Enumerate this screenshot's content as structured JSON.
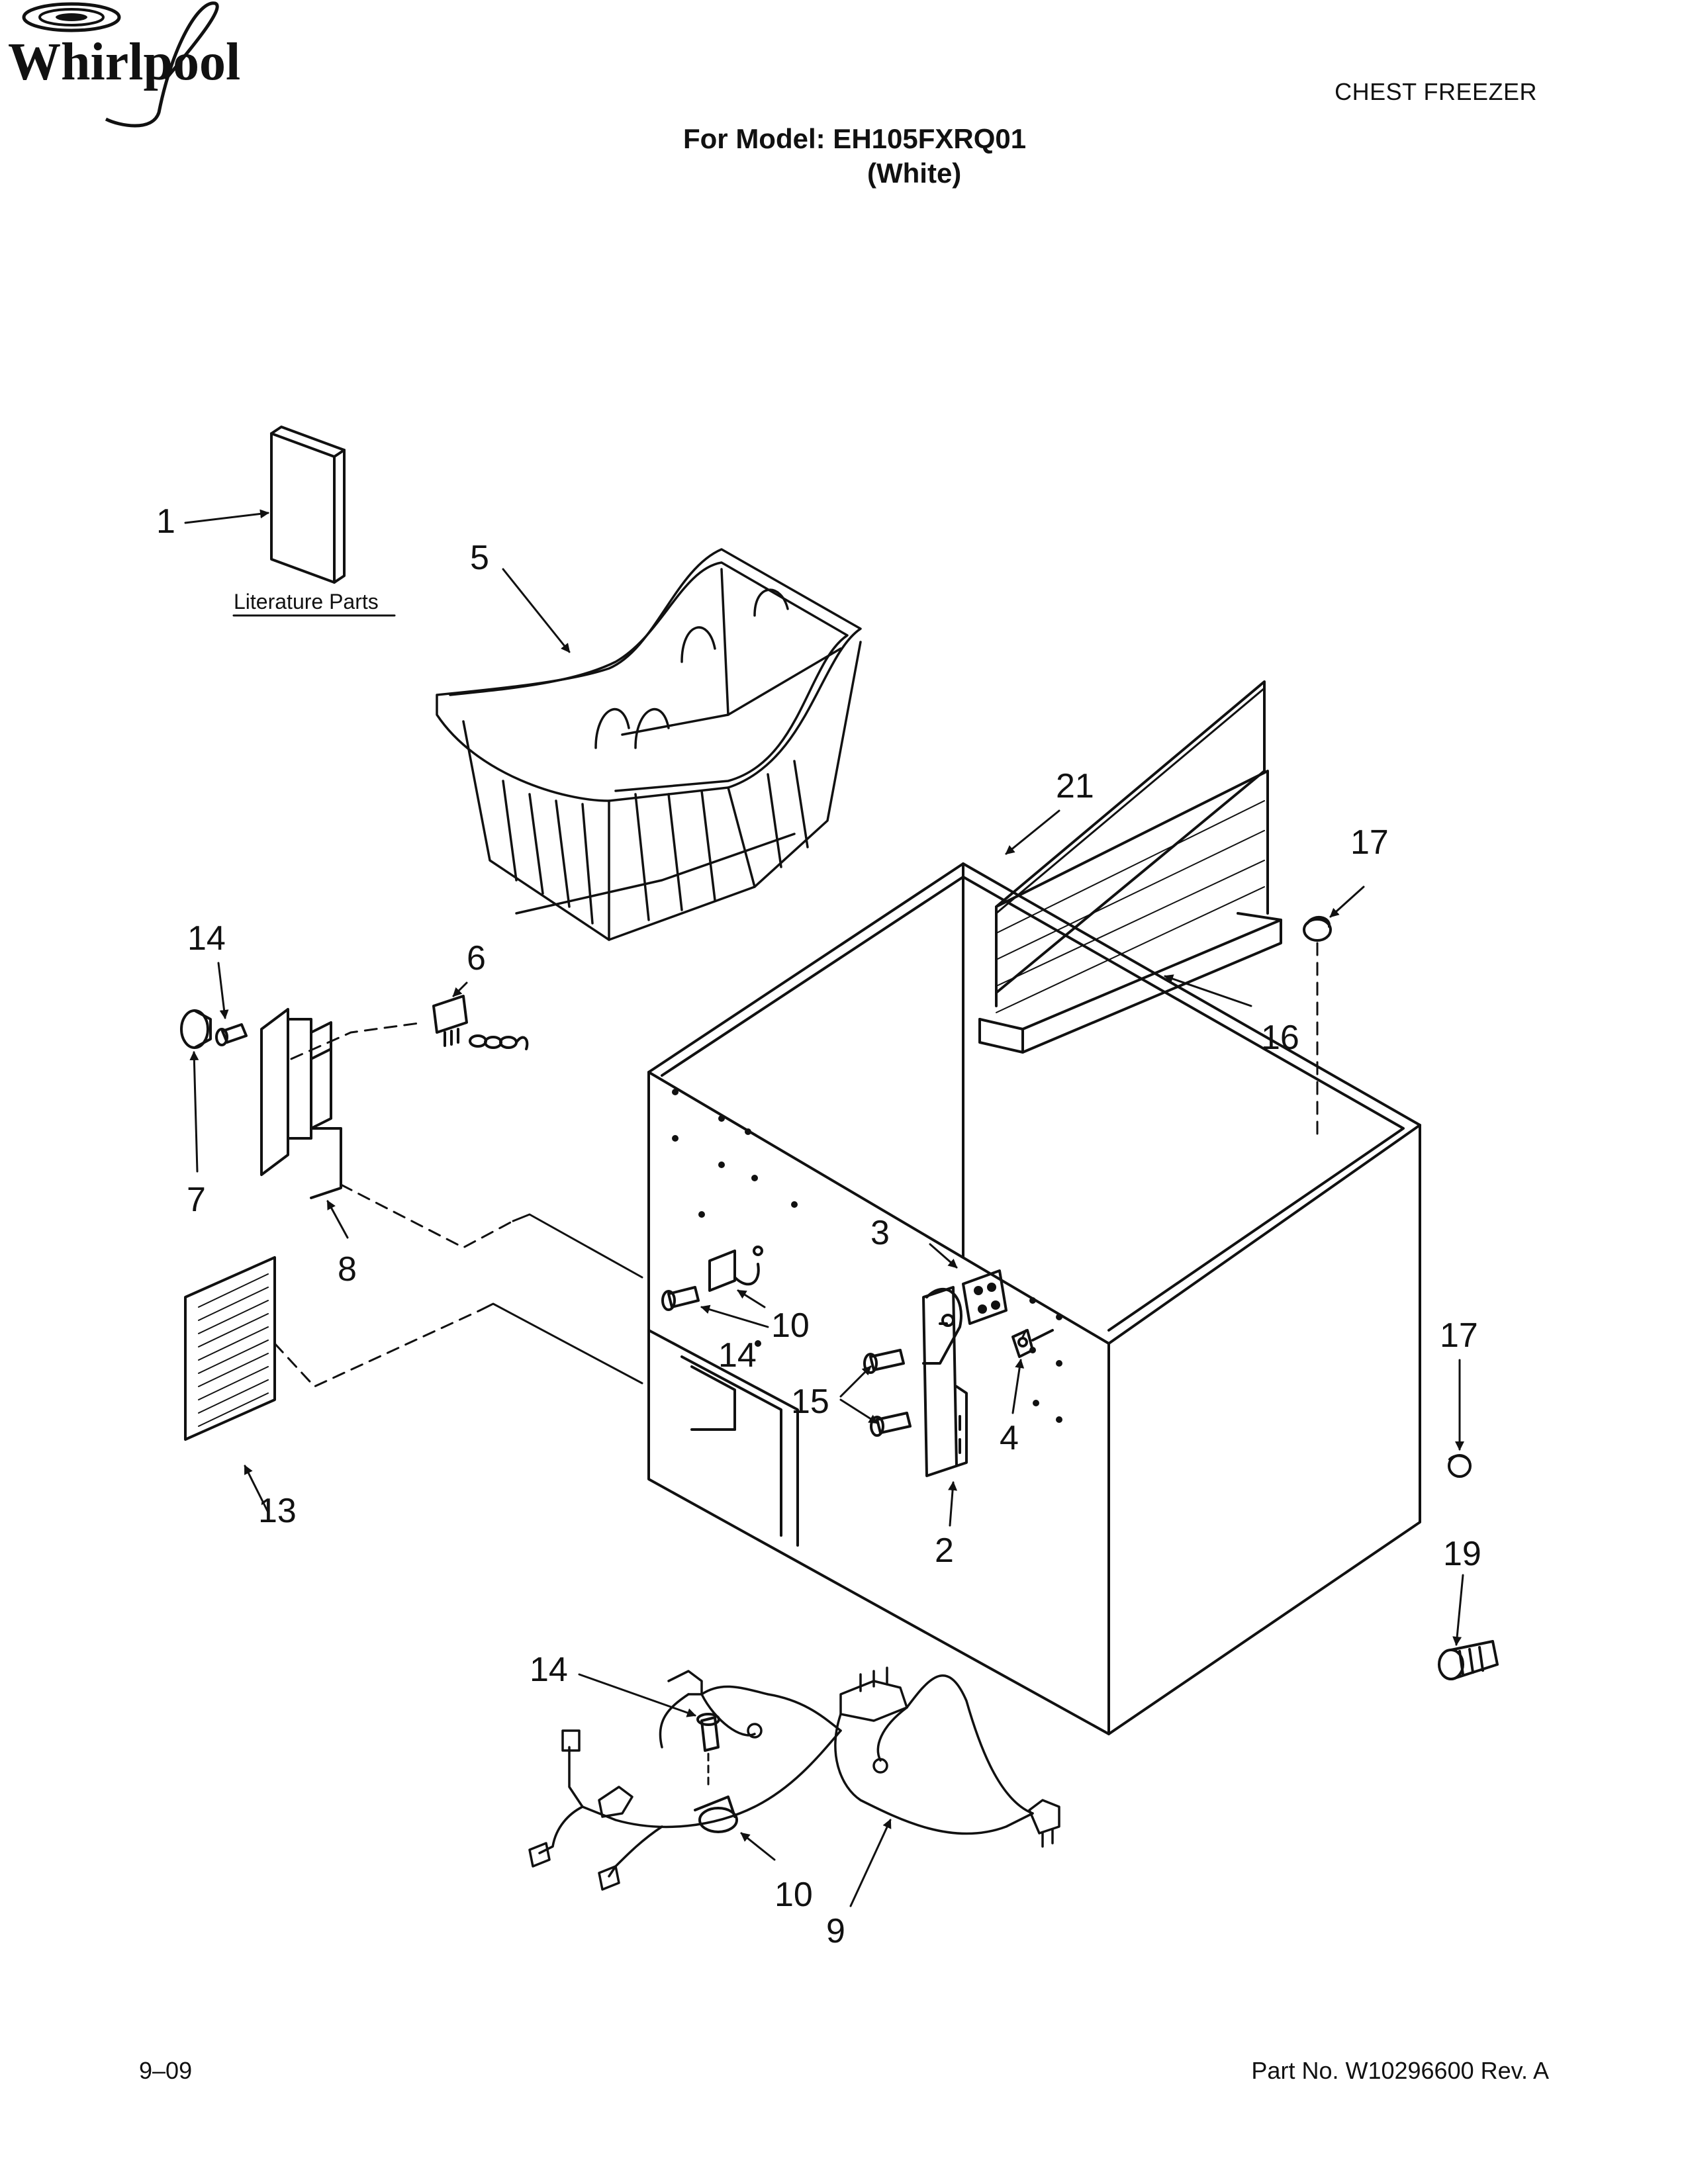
{
  "header": {
    "brand_logo_text": "Whirlpool",
    "category": "CHEST FREEZER",
    "model_line": "For Model: EH105FXRQ01",
    "color_line": "(White)"
  },
  "diagram": {
    "literature_label": "Literature Parts",
    "callouts": {
      "c1": "1",
      "c2": "2",
      "c3": "3",
      "c4": "4",
      "c5": "5",
      "c6": "6",
      "c7": "7",
      "c8": "8",
      "c9": "9",
      "c10a": "10",
      "c10b": "10",
      "c13": "13",
      "c14a": "14",
      "c14b": "14",
      "c14c": "14",
      "c15": "15",
      "c16": "16",
      "c17a": "17",
      "c17b": "17",
      "c19": "19",
      "c21": "21"
    }
  },
  "footer": {
    "date_code": "9–09",
    "part_number": "Part No. W10296600 Rev. A"
  },
  "icons": {
    "brand": "whirlpool-logo",
    "parts": [
      "literature-booklet",
      "storage-basket",
      "cabinet",
      "divider-panel",
      "control-bracket",
      "thermostat",
      "knob",
      "vent-grille",
      "wire-harness",
      "hinge",
      "screw",
      "plug",
      "leveling-foot"
    ]
  }
}
